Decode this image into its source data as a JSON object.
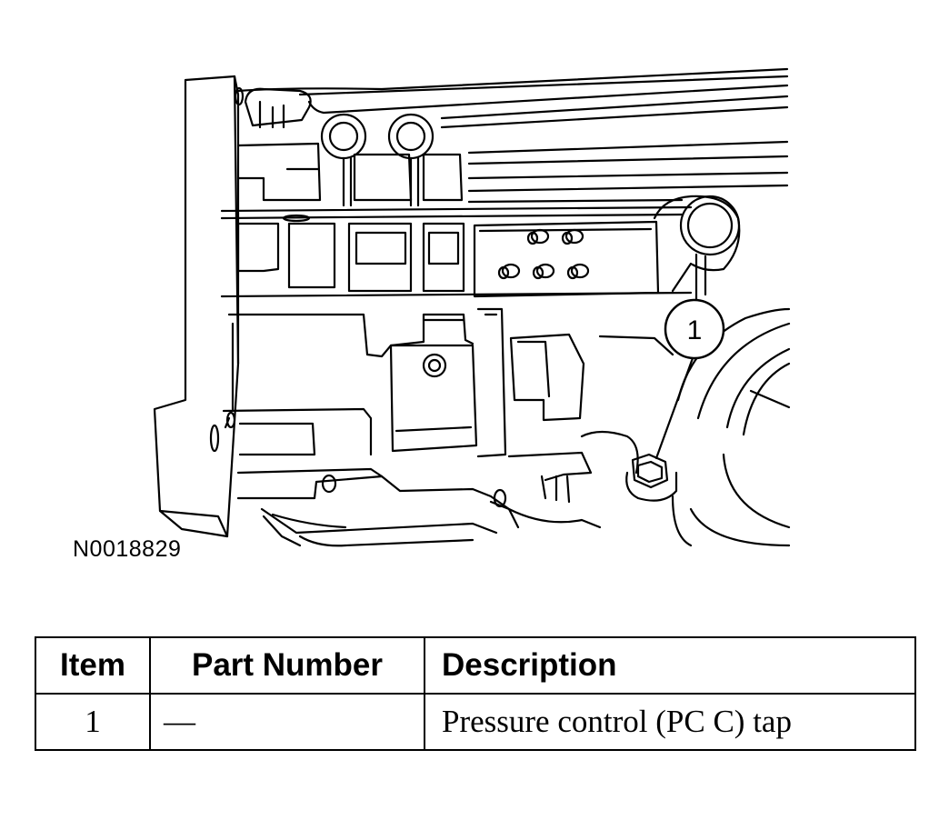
{
  "diagram": {
    "figure_id": "N0018829",
    "callouts": [
      {
        "number": "1"
      }
    ]
  },
  "table": {
    "headers": [
      "Item",
      "Part Number",
      "Description"
    ],
    "rows": [
      {
        "item": "1",
        "part_number": "—",
        "description": "Pressure control (PC C) tap"
      }
    ]
  },
  "colors": {
    "line": "#000000",
    "background": "#ffffff"
  }
}
